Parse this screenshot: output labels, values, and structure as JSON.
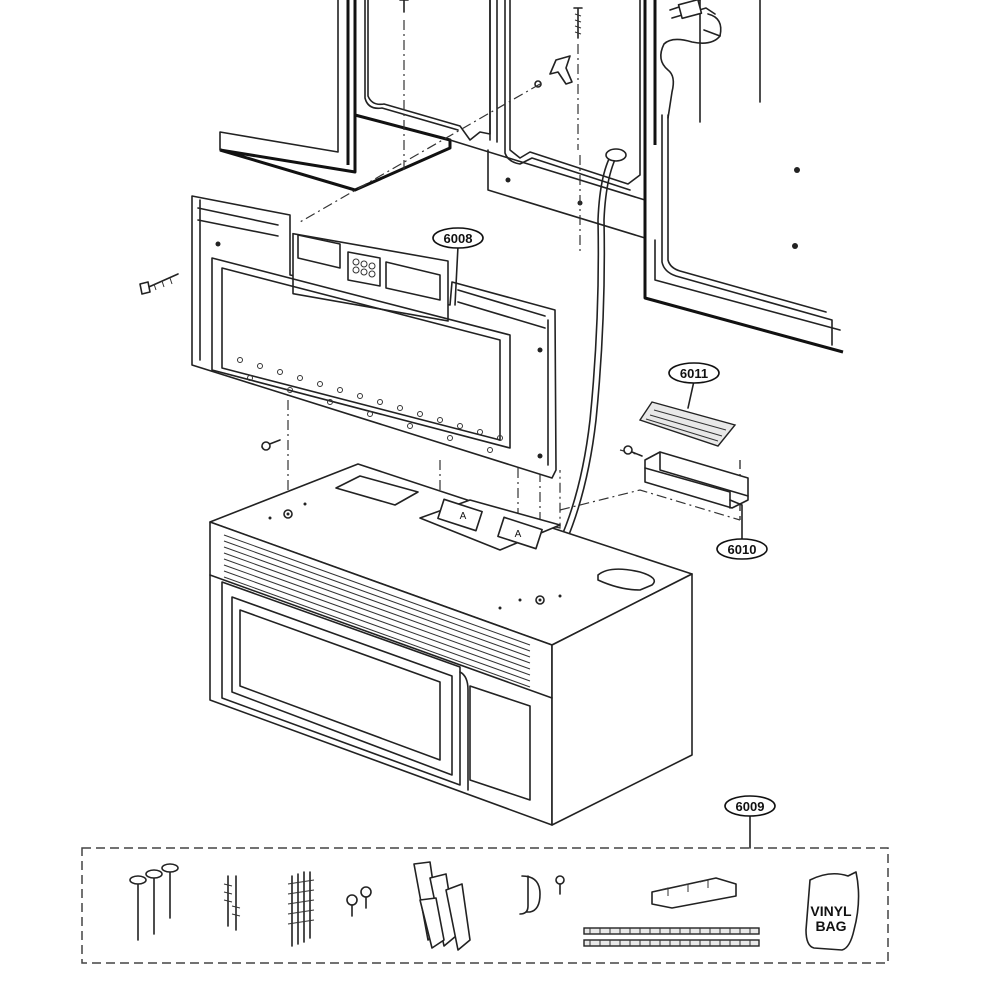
{
  "diagram": {
    "callouts": [
      {
        "id": "6008",
        "label": "6008"
      },
      {
        "id": "6011",
        "label": "6011"
      },
      {
        "id": "6010",
        "label": "6010"
      },
      {
        "id": "6009",
        "label": "6009"
      }
    ],
    "panel_labels": [
      "A",
      "A"
    ],
    "vinyl_bag": {
      "line1": "VINYL",
      "line2": "BAG"
    }
  }
}
